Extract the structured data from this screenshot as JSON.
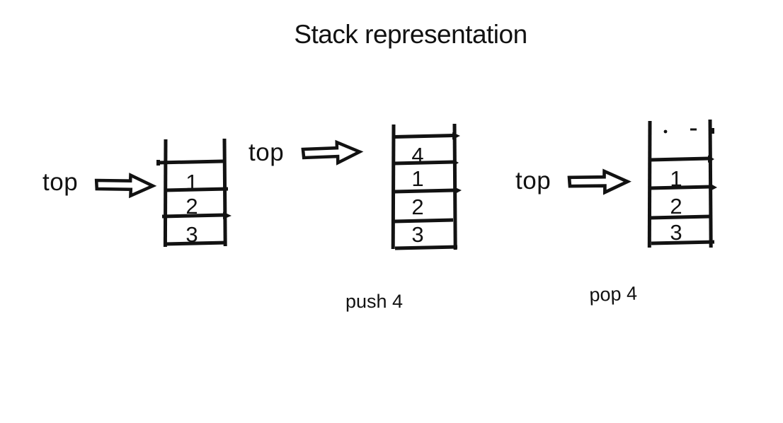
{
  "title": "Stack representation",
  "colors": {
    "ink": "#121212",
    "background": "#ffffff"
  },
  "stacks": [
    {
      "id": "initial",
      "top_label": "top",
      "top_points_to": "1",
      "cells": [
        "1",
        "2",
        "3"
      ]
    },
    {
      "id": "after-push-4",
      "top_label": "top",
      "top_points_to": "4",
      "cells": [
        "4",
        "1",
        "2",
        "3"
      ],
      "operation_label": "push 4"
    },
    {
      "id": "after-pop-4",
      "top_label": "top",
      "top_points_to": "1",
      "cells": [
        "1",
        "2",
        "3"
      ],
      "operation_label": "pop 4"
    }
  ]
}
